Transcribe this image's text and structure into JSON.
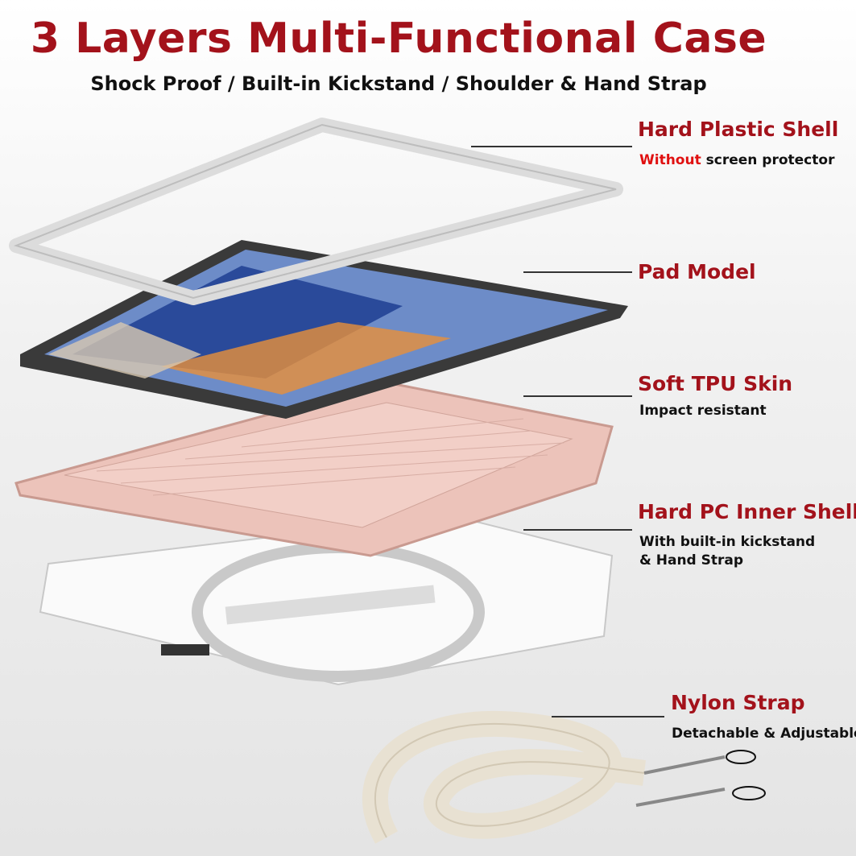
{
  "title": "3 Layers Multi-Functional Case",
  "subtitle": "Shock Proof / Built-in Kickstand / Shoulder & Hand Strap",
  "layers": [
    {
      "label": "Hard Plastic Shell",
      "desc_highlight": "Without",
      "desc": " screen protector"
    },
    {
      "label": "Pad Model"
    },
    {
      "label": "Soft TPU Skin",
      "desc": "Impact resistant"
    },
    {
      "label": "Hard PC Inner Shell",
      "desc_line1": "With built-in kickstand",
      "desc_line2": "& Hand Strap"
    },
    {
      "label": "Nylon Strap",
      "desc": "Detachable & Adjustable"
    }
  ],
  "colors": {
    "accent": "#a3121b",
    "highlight": "#e01010",
    "tpu": "#e8b8ae",
    "shell": "#f4f4f4",
    "tablet": "#3a3a3a"
  }
}
